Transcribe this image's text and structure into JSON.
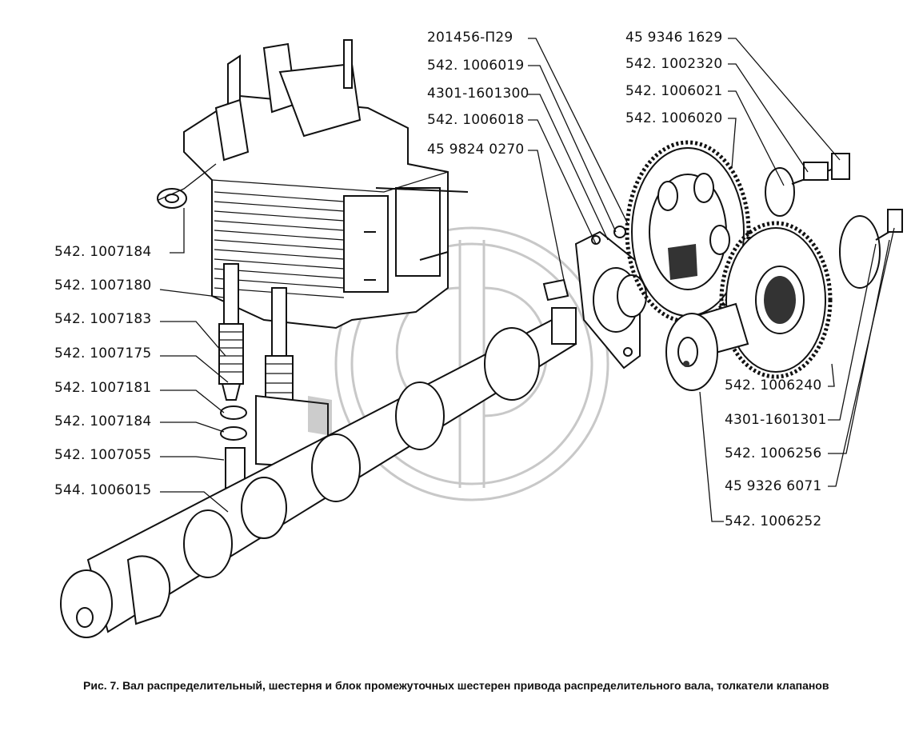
{
  "caption": "Рис. 7. Вал распределительный, шестерня и блок промежуточных шестерен привода распределительного вала, толкатели клапанов",
  "labels": {
    "l201456_p29": "201456-П29",
    "l542_1006019": "542. 1006019",
    "l4301_1601300": "4301-1601300",
    "l542_1006018": "542. 1006018",
    "l45_9824_0270": "45 9824 0270",
    "l45_9346_1629": "45 9346 1629",
    "l542_1002320": "542. 1002320",
    "l542_1006021": "542. 1006021",
    "l542_1006020": "542. 1006020",
    "l542_1007184_top": "542. 1007184",
    "l542_1007180": "542. 1007180",
    "l542_1007183": "542. 1007183",
    "l542_1007175": "542. 1007175",
    "l542_1007181": "542. 1007181",
    "l542_1007184_low": "542. 1007184",
    "l542_1007055": "542. 1007055",
    "l544_1006015": "544. 1006015",
    "l542_1006240": "542. 1006240",
    "l4301_1601301": "4301-1601301",
    "l542_1006256": "542. 1006256",
    "l45_9326_6071": "45 9326 6071",
    "l542_1006252": "542. 1006252"
  }
}
